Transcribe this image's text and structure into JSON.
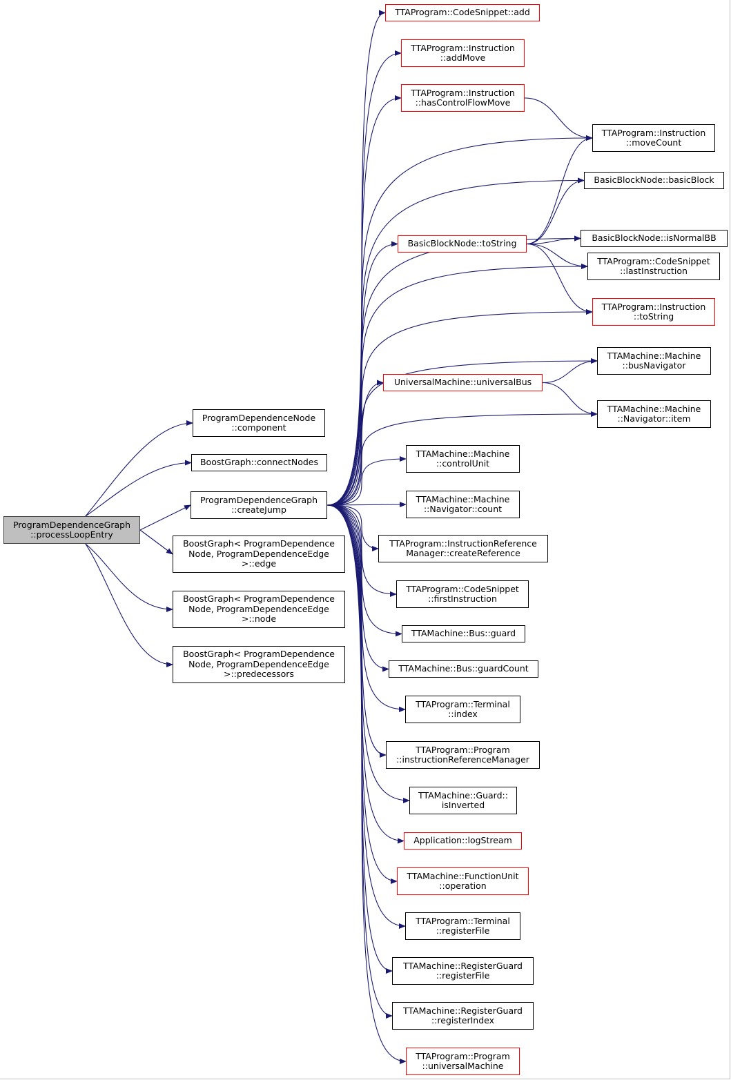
{
  "graph": {
    "edge_color": "#191970",
    "root_fill": "#bfbfbf",
    "highlight_border": "#ff0000"
  },
  "nodes": {
    "process_loop_entry": {
      "lines": [
        "ProgramDependenceGraph",
        "::processLoopEntry"
      ],
      "highlight": false,
      "root": true
    },
    "component": {
      "lines": [
        "ProgramDependenceNode",
        "::component"
      ],
      "highlight": false
    },
    "connect_nodes": {
      "lines": [
        "BoostGraph::connectNodes"
      ],
      "highlight": false
    },
    "create_jump": {
      "lines": [
        "ProgramDependenceGraph",
        "::createJump"
      ],
      "highlight": false
    },
    "edge": {
      "lines": [
        "BoostGraph< ProgramDependence",
        "Node, ProgramDependenceEdge",
        " >::edge"
      ],
      "highlight": false
    },
    "node": {
      "lines": [
        "BoostGraph< ProgramDependence",
        "Node, ProgramDependenceEdge",
        " >::node"
      ],
      "highlight": false
    },
    "predecessors": {
      "lines": [
        "BoostGraph< ProgramDependence",
        "Node, ProgramDependenceEdge",
        " >::predecessors"
      ],
      "highlight": false
    },
    "code_snippet_add": {
      "lines": [
        "TTAProgram::CodeSnippet::add"
      ],
      "highlight": true
    },
    "add_move": {
      "lines": [
        "TTAProgram::Instruction",
        "::addMove"
      ],
      "highlight": true
    },
    "has_control_flow_move": {
      "lines": [
        "TTAProgram::Instruction",
        "::hasControlFlowMove"
      ],
      "highlight": true
    },
    "move_count": {
      "lines": [
        "TTAProgram::Instruction",
        "::moveCount"
      ],
      "highlight": false
    },
    "basic_block": {
      "lines": [
        "BasicBlockNode::basicBlock"
      ],
      "highlight": false
    },
    "is_normal_bb": {
      "lines": [
        "BasicBlockNode::isNormalBB"
      ],
      "highlight": false
    },
    "bbn_to_string": {
      "lines": [
        "BasicBlockNode::toString"
      ],
      "highlight": true
    },
    "last_instruction": {
      "lines": [
        "TTAProgram::CodeSnippet",
        "::lastInstruction"
      ],
      "highlight": false
    },
    "instruction_to_string": {
      "lines": [
        "TTAProgram::Instruction",
        "::toString"
      ],
      "highlight": true
    },
    "bus_navigator": {
      "lines": [
        "TTAMachine::Machine",
        "::busNavigator"
      ],
      "highlight": false
    },
    "universal_bus": {
      "lines": [
        "UniversalMachine::universalBus"
      ],
      "highlight": true
    },
    "navigator_item": {
      "lines": [
        "TTAMachine::Machine",
        "::Navigator::item"
      ],
      "highlight": false
    },
    "control_unit": {
      "lines": [
        "TTAMachine::Machine",
        "::controlUnit"
      ],
      "highlight": false
    },
    "navigator_count": {
      "lines": [
        "TTAMachine::Machine",
        "::Navigator::count"
      ],
      "highlight": false
    },
    "create_reference": {
      "lines": [
        "TTAProgram::InstructionReference",
        "Manager::createReference"
      ],
      "highlight": false
    },
    "first_instruction": {
      "lines": [
        "TTAProgram::CodeSnippet",
        "::firstInstruction"
      ],
      "highlight": false
    },
    "bus_guard": {
      "lines": [
        "TTAMachine::Bus::guard"
      ],
      "highlight": false
    },
    "bus_guard_count": {
      "lines": [
        "TTAMachine::Bus::guardCount"
      ],
      "highlight": false
    },
    "terminal_index": {
      "lines": [
        "TTAProgram::Terminal",
        "::index"
      ],
      "highlight": false
    },
    "instruction_reference_manager": {
      "lines": [
        "TTAProgram::Program",
        "::instructionReferenceManager"
      ],
      "highlight": false
    },
    "is_inverted": {
      "lines": [
        "TTAMachine::Guard::",
        "isInverted"
      ],
      "highlight": false
    },
    "log_stream": {
      "lines": [
        "Application::logStream"
      ],
      "highlight": true
    },
    "fu_operation": {
      "lines": [
        "TTAMachine::FunctionUnit",
        "::operation"
      ],
      "highlight": true
    },
    "terminal_register_file": {
      "lines": [
        "TTAProgram::Terminal",
        "::registerFile"
      ],
      "highlight": false
    },
    "rg_register_file": {
      "lines": [
        "TTAMachine::RegisterGuard",
        "::registerFile"
      ],
      "highlight": false
    },
    "rg_register_index": {
      "lines": [
        "TTAMachine::RegisterGuard",
        "::registerIndex"
      ],
      "highlight": false
    },
    "universal_machine": {
      "lines": [
        "TTAProgram::Program",
        "::universalMachine"
      ],
      "highlight": true
    }
  },
  "edges": [
    [
      "process_loop_entry",
      "component"
    ],
    [
      "process_loop_entry",
      "connect_nodes"
    ],
    [
      "process_loop_entry",
      "create_jump"
    ],
    [
      "process_loop_entry",
      "edge"
    ],
    [
      "process_loop_entry",
      "node"
    ],
    [
      "process_loop_entry",
      "predecessors"
    ],
    [
      "create_jump",
      "code_snippet_add"
    ],
    [
      "create_jump",
      "add_move"
    ],
    [
      "create_jump",
      "has_control_flow_move"
    ],
    [
      "create_jump",
      "move_count"
    ],
    [
      "create_jump",
      "basic_block"
    ],
    [
      "create_jump",
      "is_normal_bb"
    ],
    [
      "create_jump",
      "bbn_to_string"
    ],
    [
      "create_jump",
      "last_instruction"
    ],
    [
      "create_jump",
      "instruction_to_string"
    ],
    [
      "create_jump",
      "bus_navigator"
    ],
    [
      "create_jump",
      "universal_bus"
    ],
    [
      "create_jump",
      "navigator_item"
    ],
    [
      "create_jump",
      "control_unit"
    ],
    [
      "create_jump",
      "navigator_count"
    ],
    [
      "create_jump",
      "create_reference"
    ],
    [
      "create_jump",
      "first_instruction"
    ],
    [
      "create_jump",
      "bus_guard"
    ],
    [
      "create_jump",
      "bus_guard_count"
    ],
    [
      "create_jump",
      "terminal_index"
    ],
    [
      "create_jump",
      "instruction_reference_manager"
    ],
    [
      "create_jump",
      "is_inverted"
    ],
    [
      "create_jump",
      "log_stream"
    ],
    [
      "create_jump",
      "fu_operation"
    ],
    [
      "create_jump",
      "terminal_register_file"
    ],
    [
      "create_jump",
      "rg_register_file"
    ],
    [
      "create_jump",
      "rg_register_index"
    ],
    [
      "create_jump",
      "universal_machine"
    ],
    [
      "has_control_flow_move",
      "move_count"
    ],
    [
      "bbn_to_string",
      "move_count"
    ],
    [
      "bbn_to_string",
      "basic_block"
    ],
    [
      "bbn_to_string",
      "is_normal_bb"
    ],
    [
      "bbn_to_string",
      "last_instruction"
    ],
    [
      "bbn_to_string",
      "instruction_to_string"
    ],
    [
      "universal_bus",
      "bus_navigator"
    ],
    [
      "universal_bus",
      "navigator_item"
    ]
  ]
}
